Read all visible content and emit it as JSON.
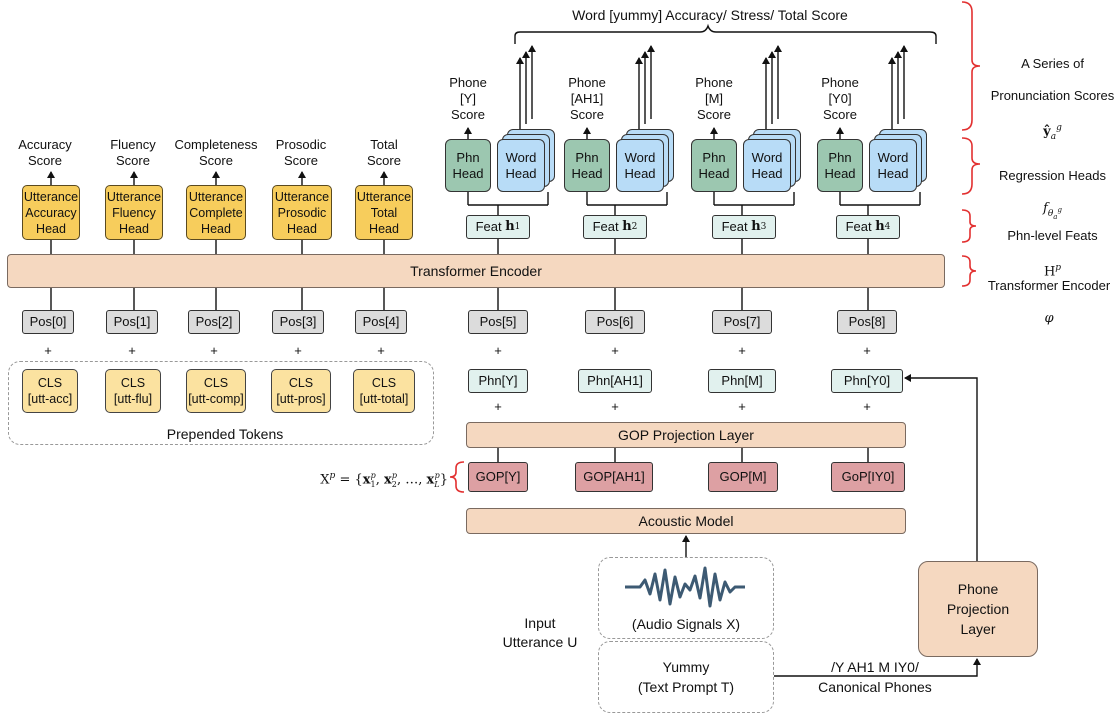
{
  "top_label": "Word [yummy] Accuracy/ Stress/ Total Score",
  "right_labels": {
    "scores_line1": "A Series of",
    "scores_line2": "Pronunciation Scores",
    "scores_symbol": "ŷ",
    "scores_sub": "a",
    "scores_sup": "g",
    "regression_heads": "Regression Heads",
    "regression_symbol": "f",
    "regression_sub": "θ",
    "phn_feats": "Phn-level Feats",
    "phn_feats_symbol": "H",
    "phn_feats_sup": "p",
    "transformer": "Transformer Encoder",
    "transformer_symbol": "φ"
  },
  "utterance_scores": [
    "Accuracy\nScore",
    "Fluency\nScore",
    "Completeness\nScore",
    "Prosodic\nScore",
    "Total\nScore"
  ],
  "utterance_heads": [
    "Utterance\nAccuracy\nHead",
    "Utterance\nFluency\nHead",
    "Utterance\nComplete\nHead",
    "Utterance\nProsodic\nHead",
    "Utterance\nTotal\nHead"
  ],
  "phone_scores": [
    "Phone\n[Y]\nScore",
    "Phone\n[AH1]\nScore",
    "Phone\n[M]\nScore",
    "Phone\n[Y0]\nScore"
  ],
  "phn_head": "Phn\nHead",
  "word_head": "Word\nHead",
  "feat_prefix": "Feat",
  "feat_symbol": "h",
  "feat_subscripts": [
    "1",
    "2",
    "3",
    "4"
  ],
  "transformer_encoder": "Transformer Encoder",
  "positions": [
    "Pos[0]",
    "Pos[1]",
    "Pos[2]",
    "Pos[3]",
    "Pos[4]",
    "Pos[5]",
    "Pos[6]",
    "Pos[7]",
    "Pos[8]"
  ],
  "plus": "+",
  "cls_tokens": [
    "CLS\n[utt-acc]",
    "CLS\n[utt-flu]",
    "CLS\n[utt-comp]",
    "CLS\n[utt-pros]",
    "CLS\n[utt-total]"
  ],
  "prepended_tokens": "Prepended Tokens",
  "phn_tokens": [
    "Phn[Y]",
    "Phn[AH1]",
    "Phn[M]",
    "Phn[Y0]"
  ],
  "gop_projection": "GOP Projection Layer",
  "gop_features": [
    "GOP[Y]",
    "GOP[AH1]",
    "GOP[M]",
    "GoP[IY0]"
  ],
  "xp_label": "X",
  "xp_sup": "p",
  "xp_rest": " = {x",
  "acoustic_model": "Acoustic Model",
  "audio_signals": "(Audio Signals X)",
  "input_utterance": "Input\nUtterance U",
  "text_prompt": "Yummy\n(Text Prompt T)",
  "canonical_phones": "/Y AH1 M IY0/\nCanonical Phones",
  "phone_projection": "Phone\nProjection\nLayer",
  "colors": {
    "bracket_red": "#e23030",
    "utterance_head": "#f7cd5c",
    "cls_token": "#fbe2a0",
    "phn_head": "#9cc7b0",
    "word_head": "#b8dcf7",
    "gop": "#dda0a3",
    "layer": "#f5d8c0",
    "waveform": "#3d5a73"
  }
}
